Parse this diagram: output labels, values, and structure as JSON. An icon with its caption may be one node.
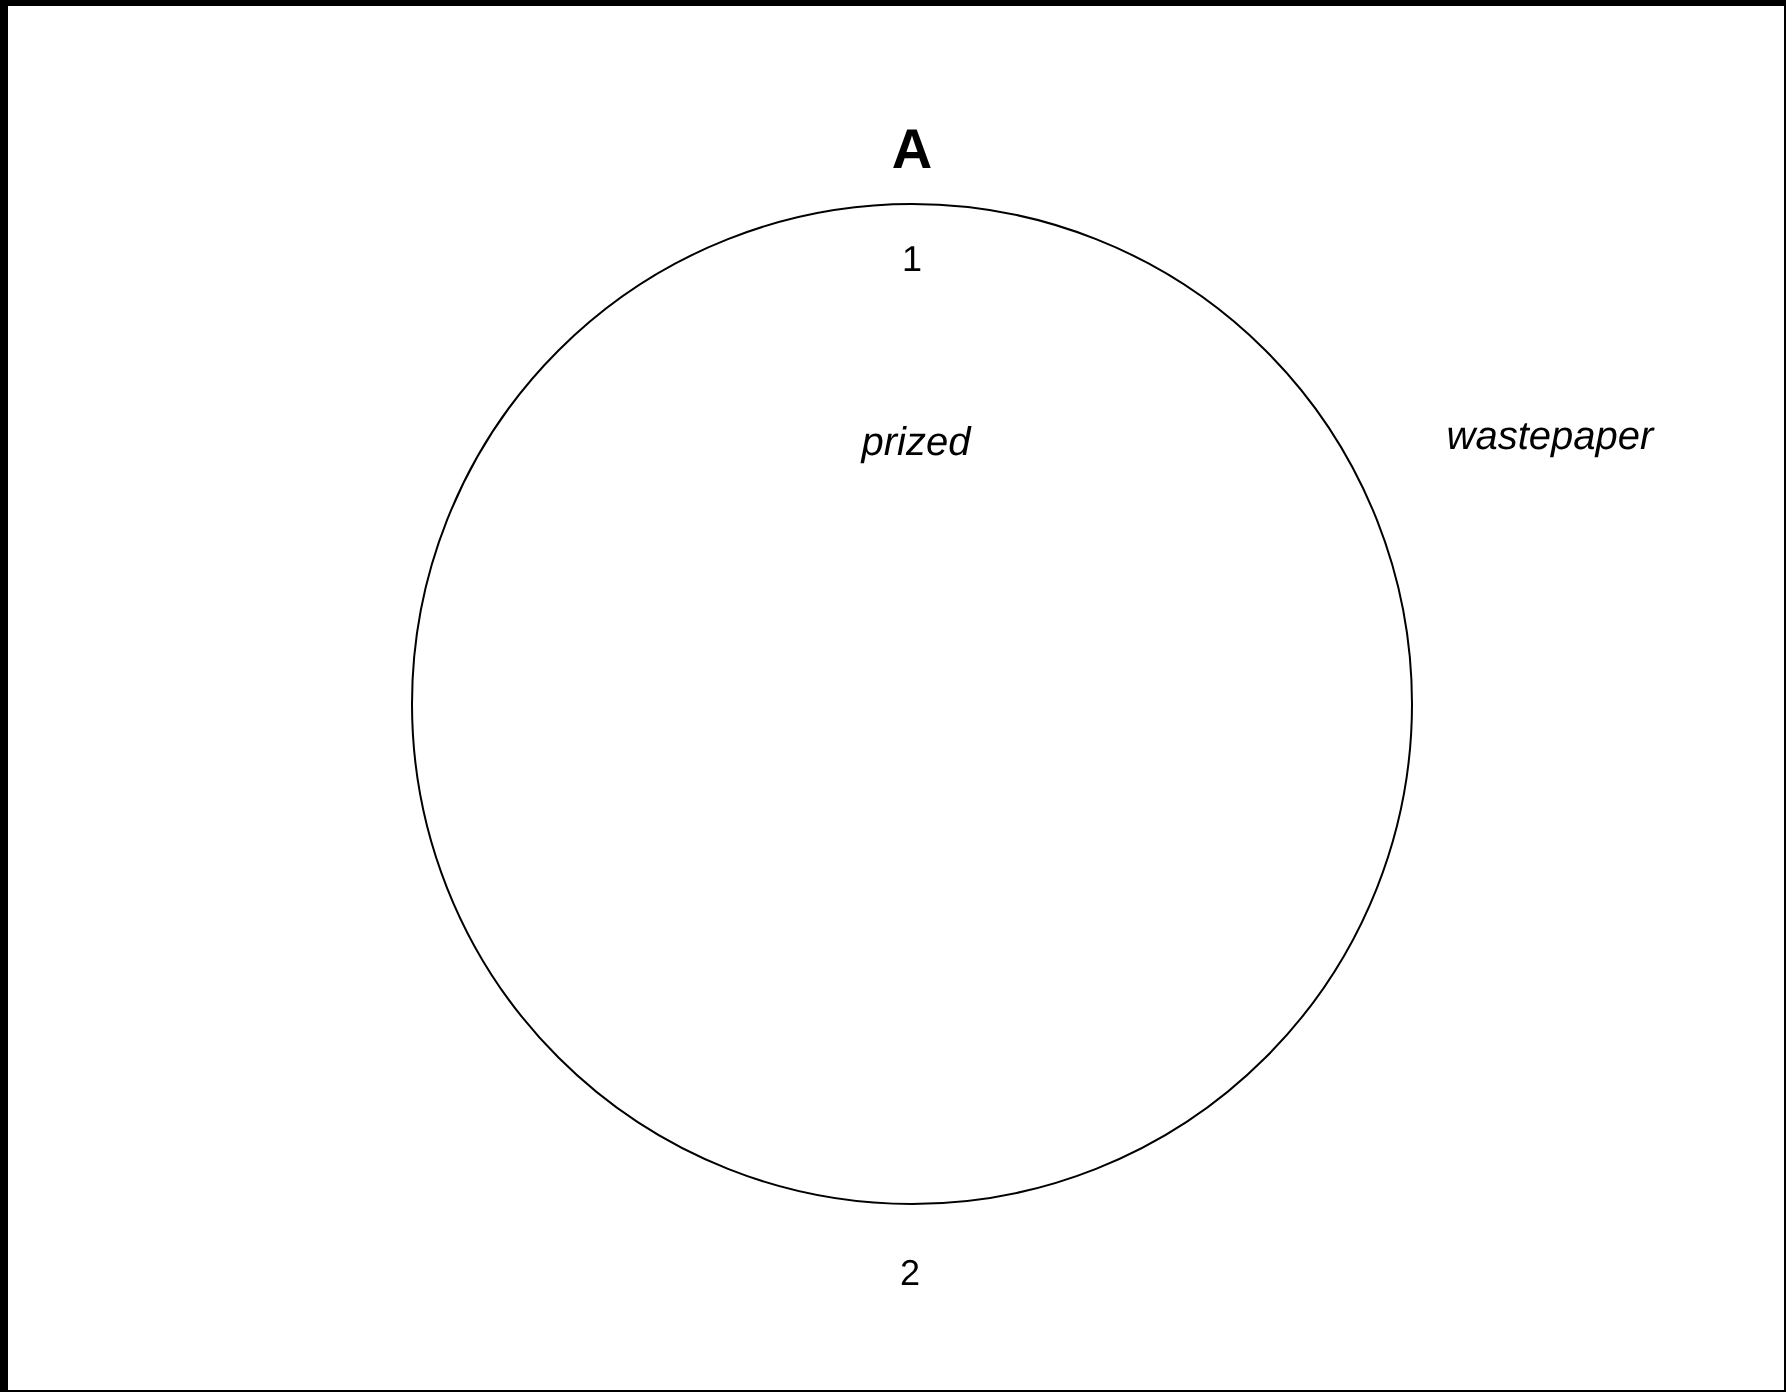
{
  "diagram": {
    "nodes": [
      {
        "text": [
          "A",
          "1",
          "prized"
        ],
        "beside": [
          "2"
        ]
      }
    ],
    "labels": [
      "wastepaper"
    ]
  }
}
